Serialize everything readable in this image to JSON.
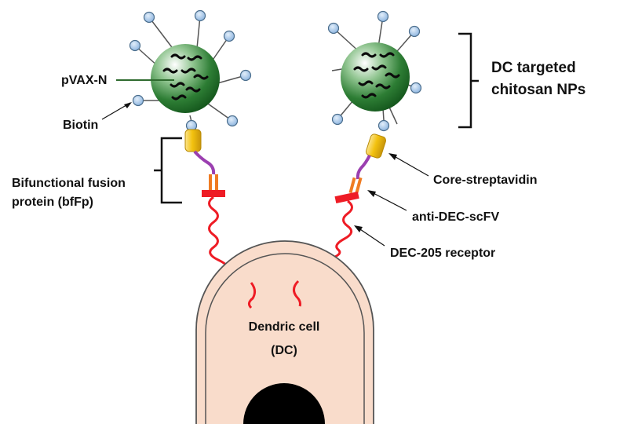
{
  "labels": {
    "pvax": "pVAX-N",
    "biotin": "Biotin",
    "bffp_line1": "Bifunctional fusion",
    "bffp_line2": "protein (bfFp)",
    "dc_np_line1": "DC targeted",
    "dc_np_line2": "chitosan NPs",
    "core_streptavidin": "Core-streptavidin",
    "anti_dec": "anti-DEC-scFV",
    "dec205": "DEC-205 receptor",
    "cell_line1": "Dendric cell",
    "cell_line2": "(DC)"
  },
  "colors": {
    "nanoparticle_dark": "#1f6b2a",
    "nanoparticle_light": "#e9f3e9",
    "biotin_ball": "#a9c9ea",
    "streptavidin_core": "#f3c20f",
    "linker": "#9b3fb0",
    "scfv_arms": "#ef7b22",
    "receptor": "#ee1c25",
    "cell_fill": "#f9dccb",
    "nucleus": "#000000",
    "pointer_line": "#2f6b2f"
  },
  "icons": {
    "nanoparticle": "green-sphere-icon",
    "biotin": "lollipop-icon",
    "nucleus": "black-semicircle-icon"
  }
}
